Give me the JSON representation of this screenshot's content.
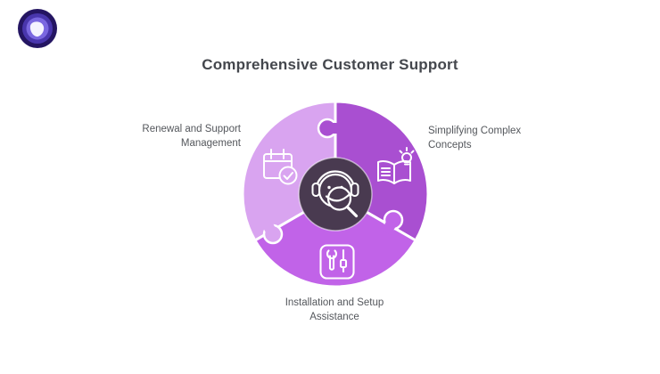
{
  "brand": {
    "logo_icon": "abstract-pick-logo",
    "colors": {
      "outer": "#241562",
      "ring": "#4936ad",
      "inner": "#7a67e0",
      "pick": "#f5f3ff"
    }
  },
  "title": {
    "text": "Comprehensive Customer Support",
    "color": "#44474d"
  },
  "diagram": {
    "type": "circular-puzzle",
    "divider_color": "#ffffff",
    "label_color": "#54575c",
    "center": {
      "icon": "support-agent-magnifier-icon",
      "color": "#493a50"
    },
    "segments": [
      {
        "id": "renewal",
        "position": "left",
        "label": "Renewal and Support Management",
        "label_lines": [
          "Renewal and Support",
          "Management"
        ],
        "color": "#d9a4f0",
        "icon": "calendar-check-icon"
      },
      {
        "id": "simplifying",
        "position": "right",
        "label": "Simplifying Complex Concepts",
        "label_lines": [
          "Simplifying Complex",
          "Concepts"
        ],
        "color": "#a94fd1",
        "icon": "book-lightbulb-icon"
      },
      {
        "id": "installation",
        "position": "bottom",
        "label": "Installation and Setup Assistance",
        "label_lines": [
          "Installation and Setup",
          "Assistance"
        ],
        "color": "#c163e8",
        "icon": "tools-icon"
      }
    ]
  }
}
